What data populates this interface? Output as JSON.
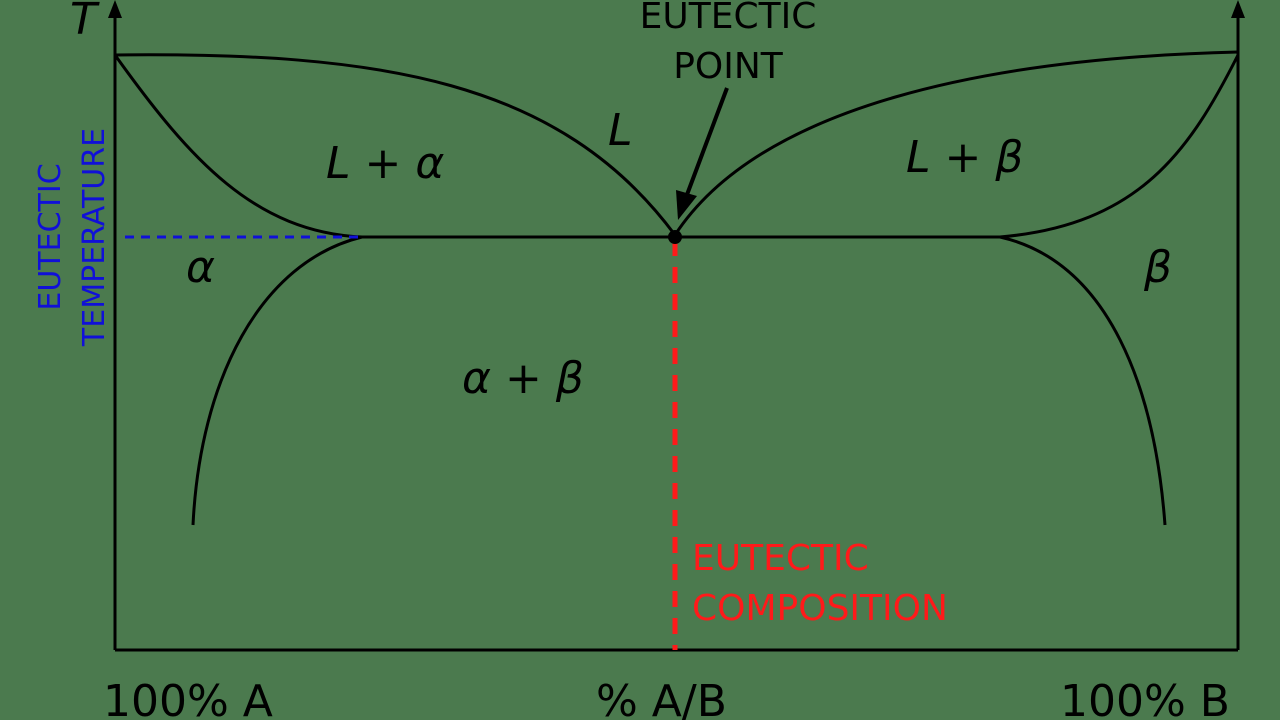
{
  "diagram": {
    "axis_label_y": "T",
    "axis_label_left": "100% A",
    "axis_label_middle": "% A/B",
    "axis_label_right": "100% B",
    "eutectic_point_line1": "EUTECTIC",
    "eutectic_point_line2": "POINT",
    "eutectic_temperature_line1": "EUTECTIC",
    "eutectic_temperature_line2": "TEMPERATURE",
    "eutectic_composition_line1": "EUTECTIC",
    "eutectic_composition_line2": "COMPOSITION",
    "regions": {
      "liquid": "L",
      "liquid_alpha": "L + α",
      "liquid_beta": "L + β",
      "alpha": "α",
      "beta": "β",
      "alpha_beta": "α + β"
    },
    "colors": {
      "background": "#4b7a4e",
      "lines": "#000000",
      "eutectic_temperature": "#1010d8",
      "eutectic_composition": "#ff0000"
    }
  }
}
